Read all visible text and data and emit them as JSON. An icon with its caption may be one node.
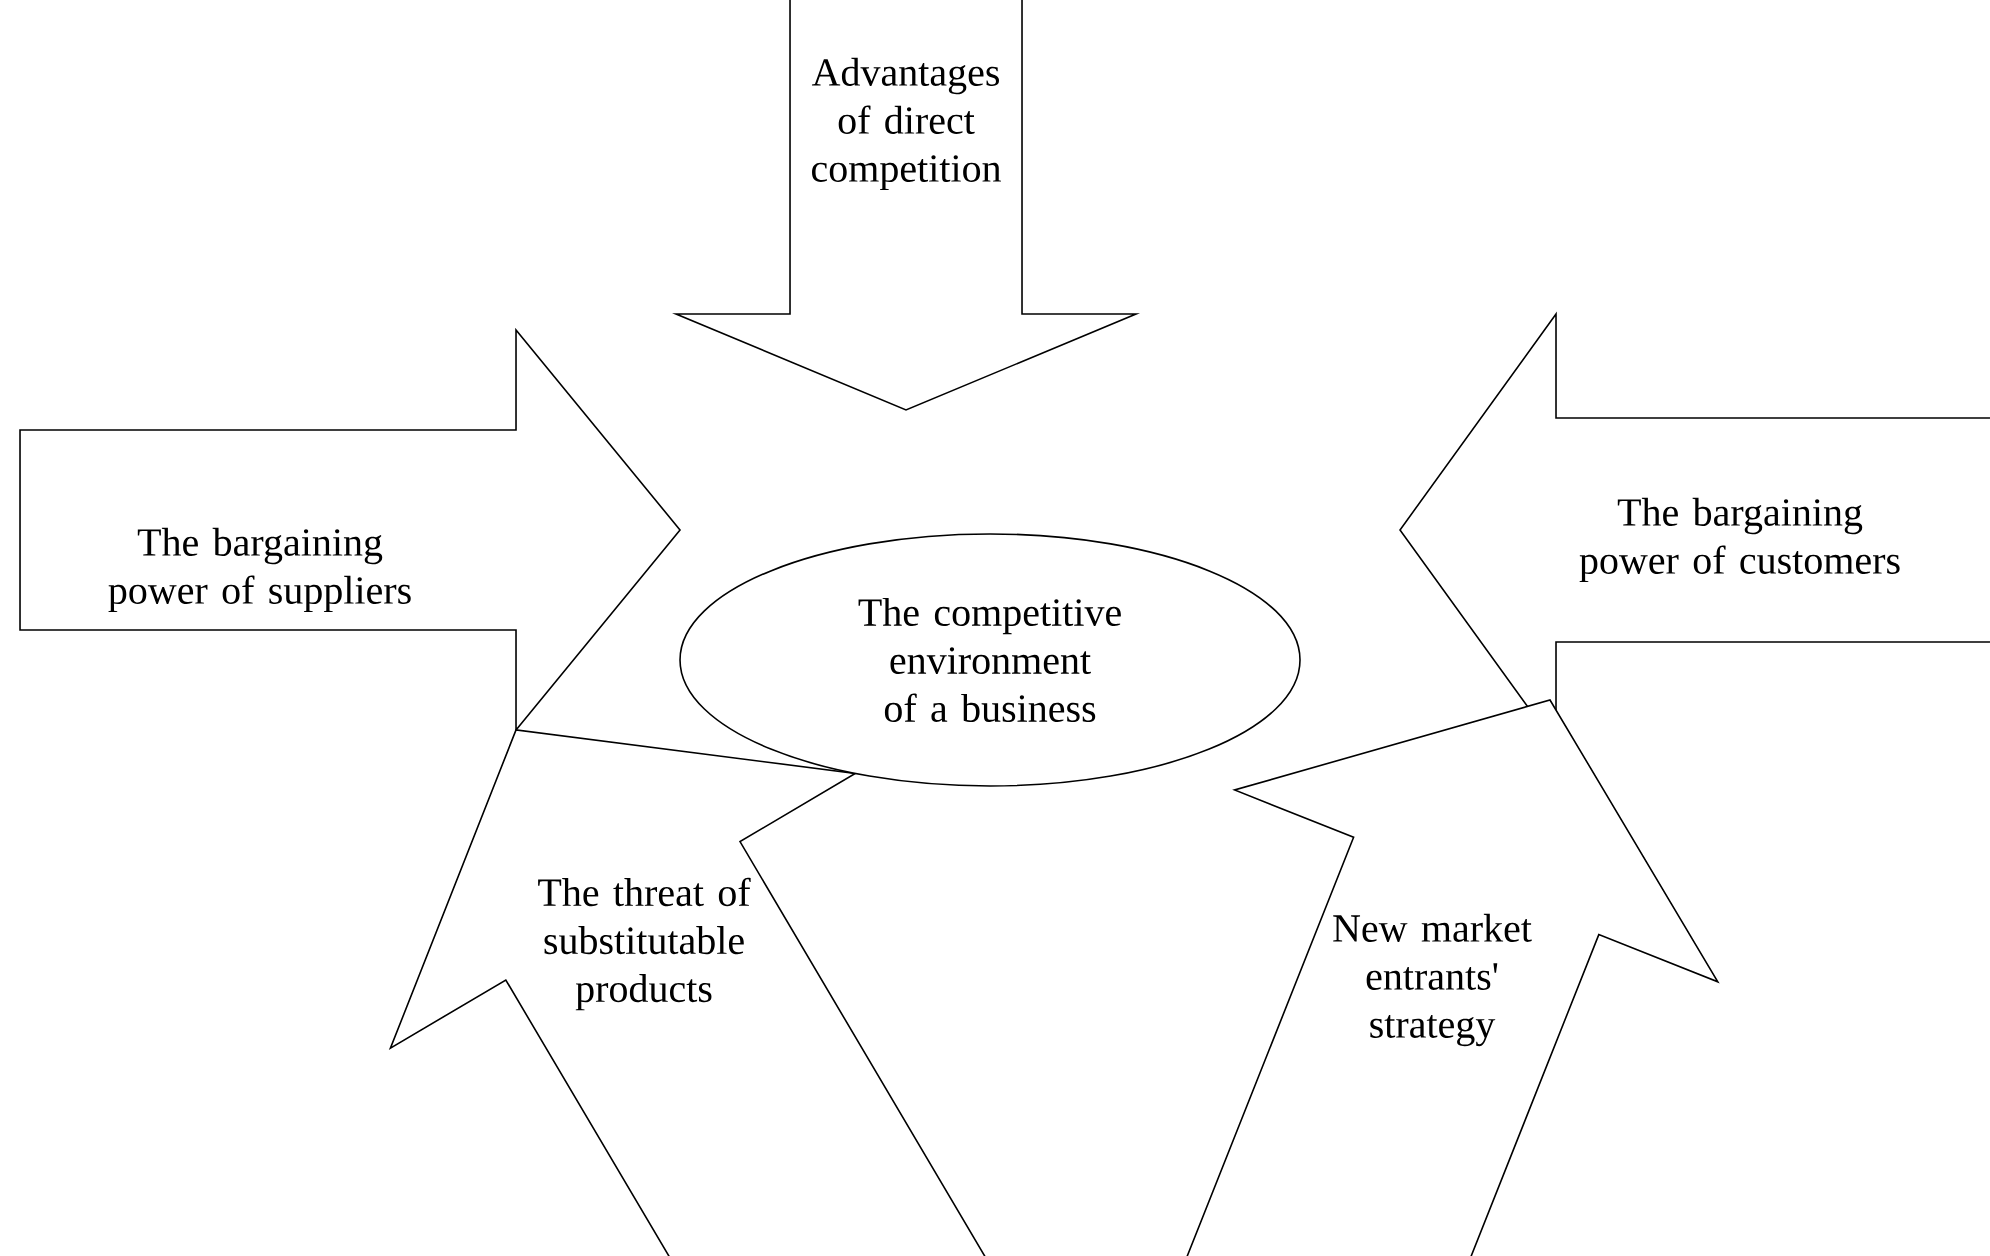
{
  "diagram": {
    "nodes": [
      {
        "text": [
          "Advantages of direct competition"
        ]
      },
      {
        "text": [
          "The bargaining power of suppliers"
        ]
      },
      {
        "text": [
          "The competitive environment of a business"
        ]
      },
      {
        "text": [
          "The bargaining power of customers"
        ]
      },
      {
        "text": [
          "The threat of substitutable products"
        ]
      },
      {
        "text": [
          "New market entrants' strategy"
        ]
      }
    ]
  }
}
